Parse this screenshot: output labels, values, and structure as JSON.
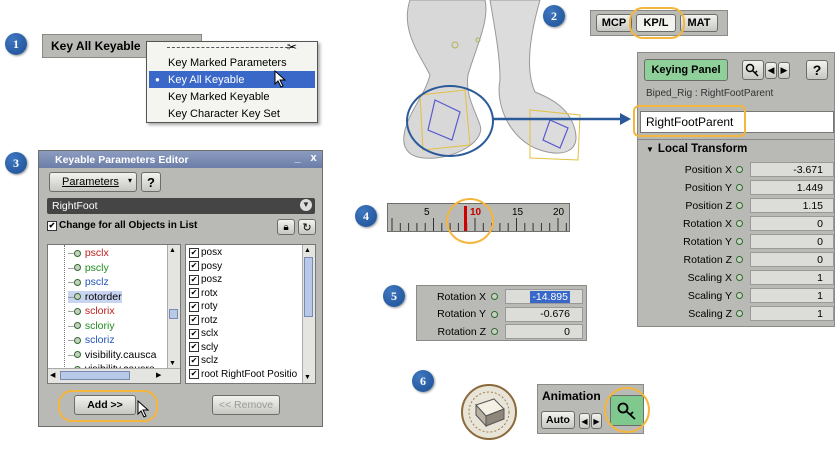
{
  "steps": [
    "1",
    "2",
    "3",
    "4",
    "5",
    "6"
  ],
  "key_menu": {
    "button_label": "Key All Keyable",
    "items": [
      "Key Marked Parameters",
      "Key All Keyable",
      "Key Marked Keyable",
      "Key Character Key Set"
    ],
    "selected_index": 1
  },
  "tabs": {
    "items": [
      "MCP",
      "KP/L",
      "MAT"
    ],
    "active": "KP/L"
  },
  "keying_panel": {
    "title_button": "Keying Panel",
    "help": "?",
    "rig_path": "Biped_Rig : RightFootParent",
    "object_name": "RightFootParent",
    "section": "Local Transform",
    "params": [
      {
        "label": "Position X",
        "value": "-3.671"
      },
      {
        "label": "Position Y",
        "value": "1.449"
      },
      {
        "label": "Position Z",
        "value": "1.15"
      },
      {
        "label": "Rotation X",
        "value": "0"
      },
      {
        "label": "Rotation Y",
        "value": "0"
      },
      {
        "label": "Rotation Z",
        "value": "0"
      },
      {
        "label": "Scaling X",
        "value": "1"
      },
      {
        "label": "Scaling Y",
        "value": "1"
      },
      {
        "label": "Scaling Z",
        "value": "1"
      }
    ]
  },
  "editor": {
    "title": "Keyable Parameters Editor",
    "minimize": "_",
    "close": "x",
    "params_button": "Parameters",
    "help": "?",
    "object_dropdown": "RightFoot",
    "change_all_label": "Change for all Objects in List",
    "left_list": [
      {
        "label": "psclx",
        "color": "#c02020"
      },
      {
        "label": "pscly",
        "color": "#1f8f1f"
      },
      {
        "label": "psclz",
        "color": "#2255bb"
      },
      {
        "label": "rotorder",
        "color": "#000000"
      },
      {
        "label": "sclorix",
        "color": "#c02020"
      },
      {
        "label": "scloriy",
        "color": "#1f8f1f"
      },
      {
        "label": "scloriz",
        "color": "#2255bb"
      },
      {
        "label": "visibility.causca",
        "color": "#000000"
      },
      {
        "label": "visibility.causre",
        "color": "#000000"
      }
    ],
    "right_list": [
      "posx",
      "posy",
      "posz",
      "rotx",
      "roty",
      "rotz",
      "sclx",
      "scly",
      "sclz",
      "root RightFoot Positio"
    ],
    "add_button": "Add >>",
    "remove_button": "<< Remove"
  },
  "timeline": {
    "ticks": [
      "5",
      "10",
      "15",
      "20"
    ],
    "current": "10"
  },
  "rotation_panel": [
    {
      "label": "Rotation X",
      "value": "-14.895"
    },
    {
      "label": "Rotation Y",
      "value": "-0.676"
    },
    {
      "label": "Rotation Z",
      "value": "0"
    }
  ],
  "animation_box": {
    "title": "Animation",
    "auto": "Auto"
  }
}
